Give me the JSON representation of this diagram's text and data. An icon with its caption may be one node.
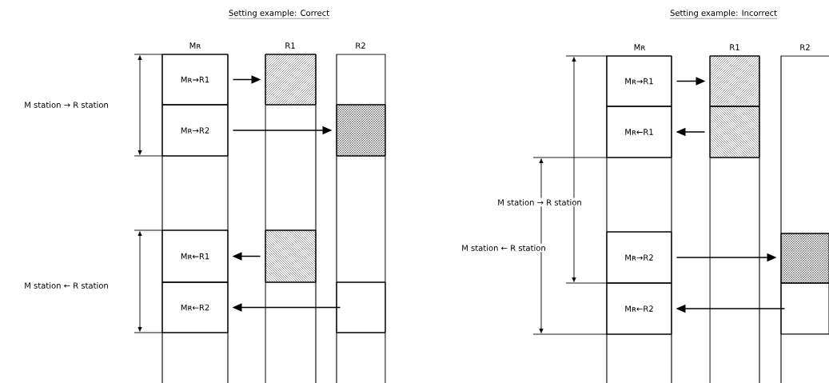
{
  "diagram": {
    "nodes": [
      {
        "text": [
          "Mʀ→R1"
        ]
      },
      {
        "text": [
          "Mʀ→R2"
        ]
      },
      {
        "text": [
          "Mʀ←R1"
        ]
      },
      {
        "text": [
          "Mʀ←R2"
        ]
      },
      {
        "text": [],
        "shape": "box"
      },
      {
        "text": [],
        "shape": "box"
      },
      {
        "text": [],
        "shape": "box"
      },
      {
        "text": [
          "Mʀ→R1"
        ]
      },
      {
        "text": [
          "Mʀ←R1"
        ]
      },
      {
        "text": [
          "Mʀ→R2"
        ]
      },
      {
        "text": [
          "Mʀ←R2"
        ]
      },
      {
        "text": [],
        "shape": "box"
      },
      {
        "text": [],
        "shape": "box"
      },
      {
        "text": [],
        "shape": "box"
      },
      {
        "text": [],
        "shape": "box"
      },
      {
        "text": [],
        "shape": "box"
      }
    ],
    "edges": [
      {
        "from": 0,
        "to": 4,
        "arrow": "to"
      },
      {
        "from": 1,
        "to": 5,
        "arrow": "to"
      },
      {
        "from": 6,
        "to": 2,
        "arrow": "to"
      },
      {
        "from": 14,
        "to": 3,
        "arrow": "to"
      },
      {
        "from": 7,
        "to": 11,
        "arrow": "to"
      },
      {
        "from": 12,
        "to": 8,
        "arrow": "to"
      },
      {
        "from": 9,
        "to": 13,
        "arrow": "to"
      },
      {
        "from": 15,
        "to": 10,
        "arrow": "to"
      }
    ],
    "labels": [
      "Setting example: Correct",
      "Setting example: Incorrect",
      "Mʀ",
      "R1",
      "R2",
      "Mʀ",
      "R1",
      "R2",
      "M station → R station",
      "M station ← R station",
      "M station → R station",
      "M station ← R station"
    ]
  }
}
